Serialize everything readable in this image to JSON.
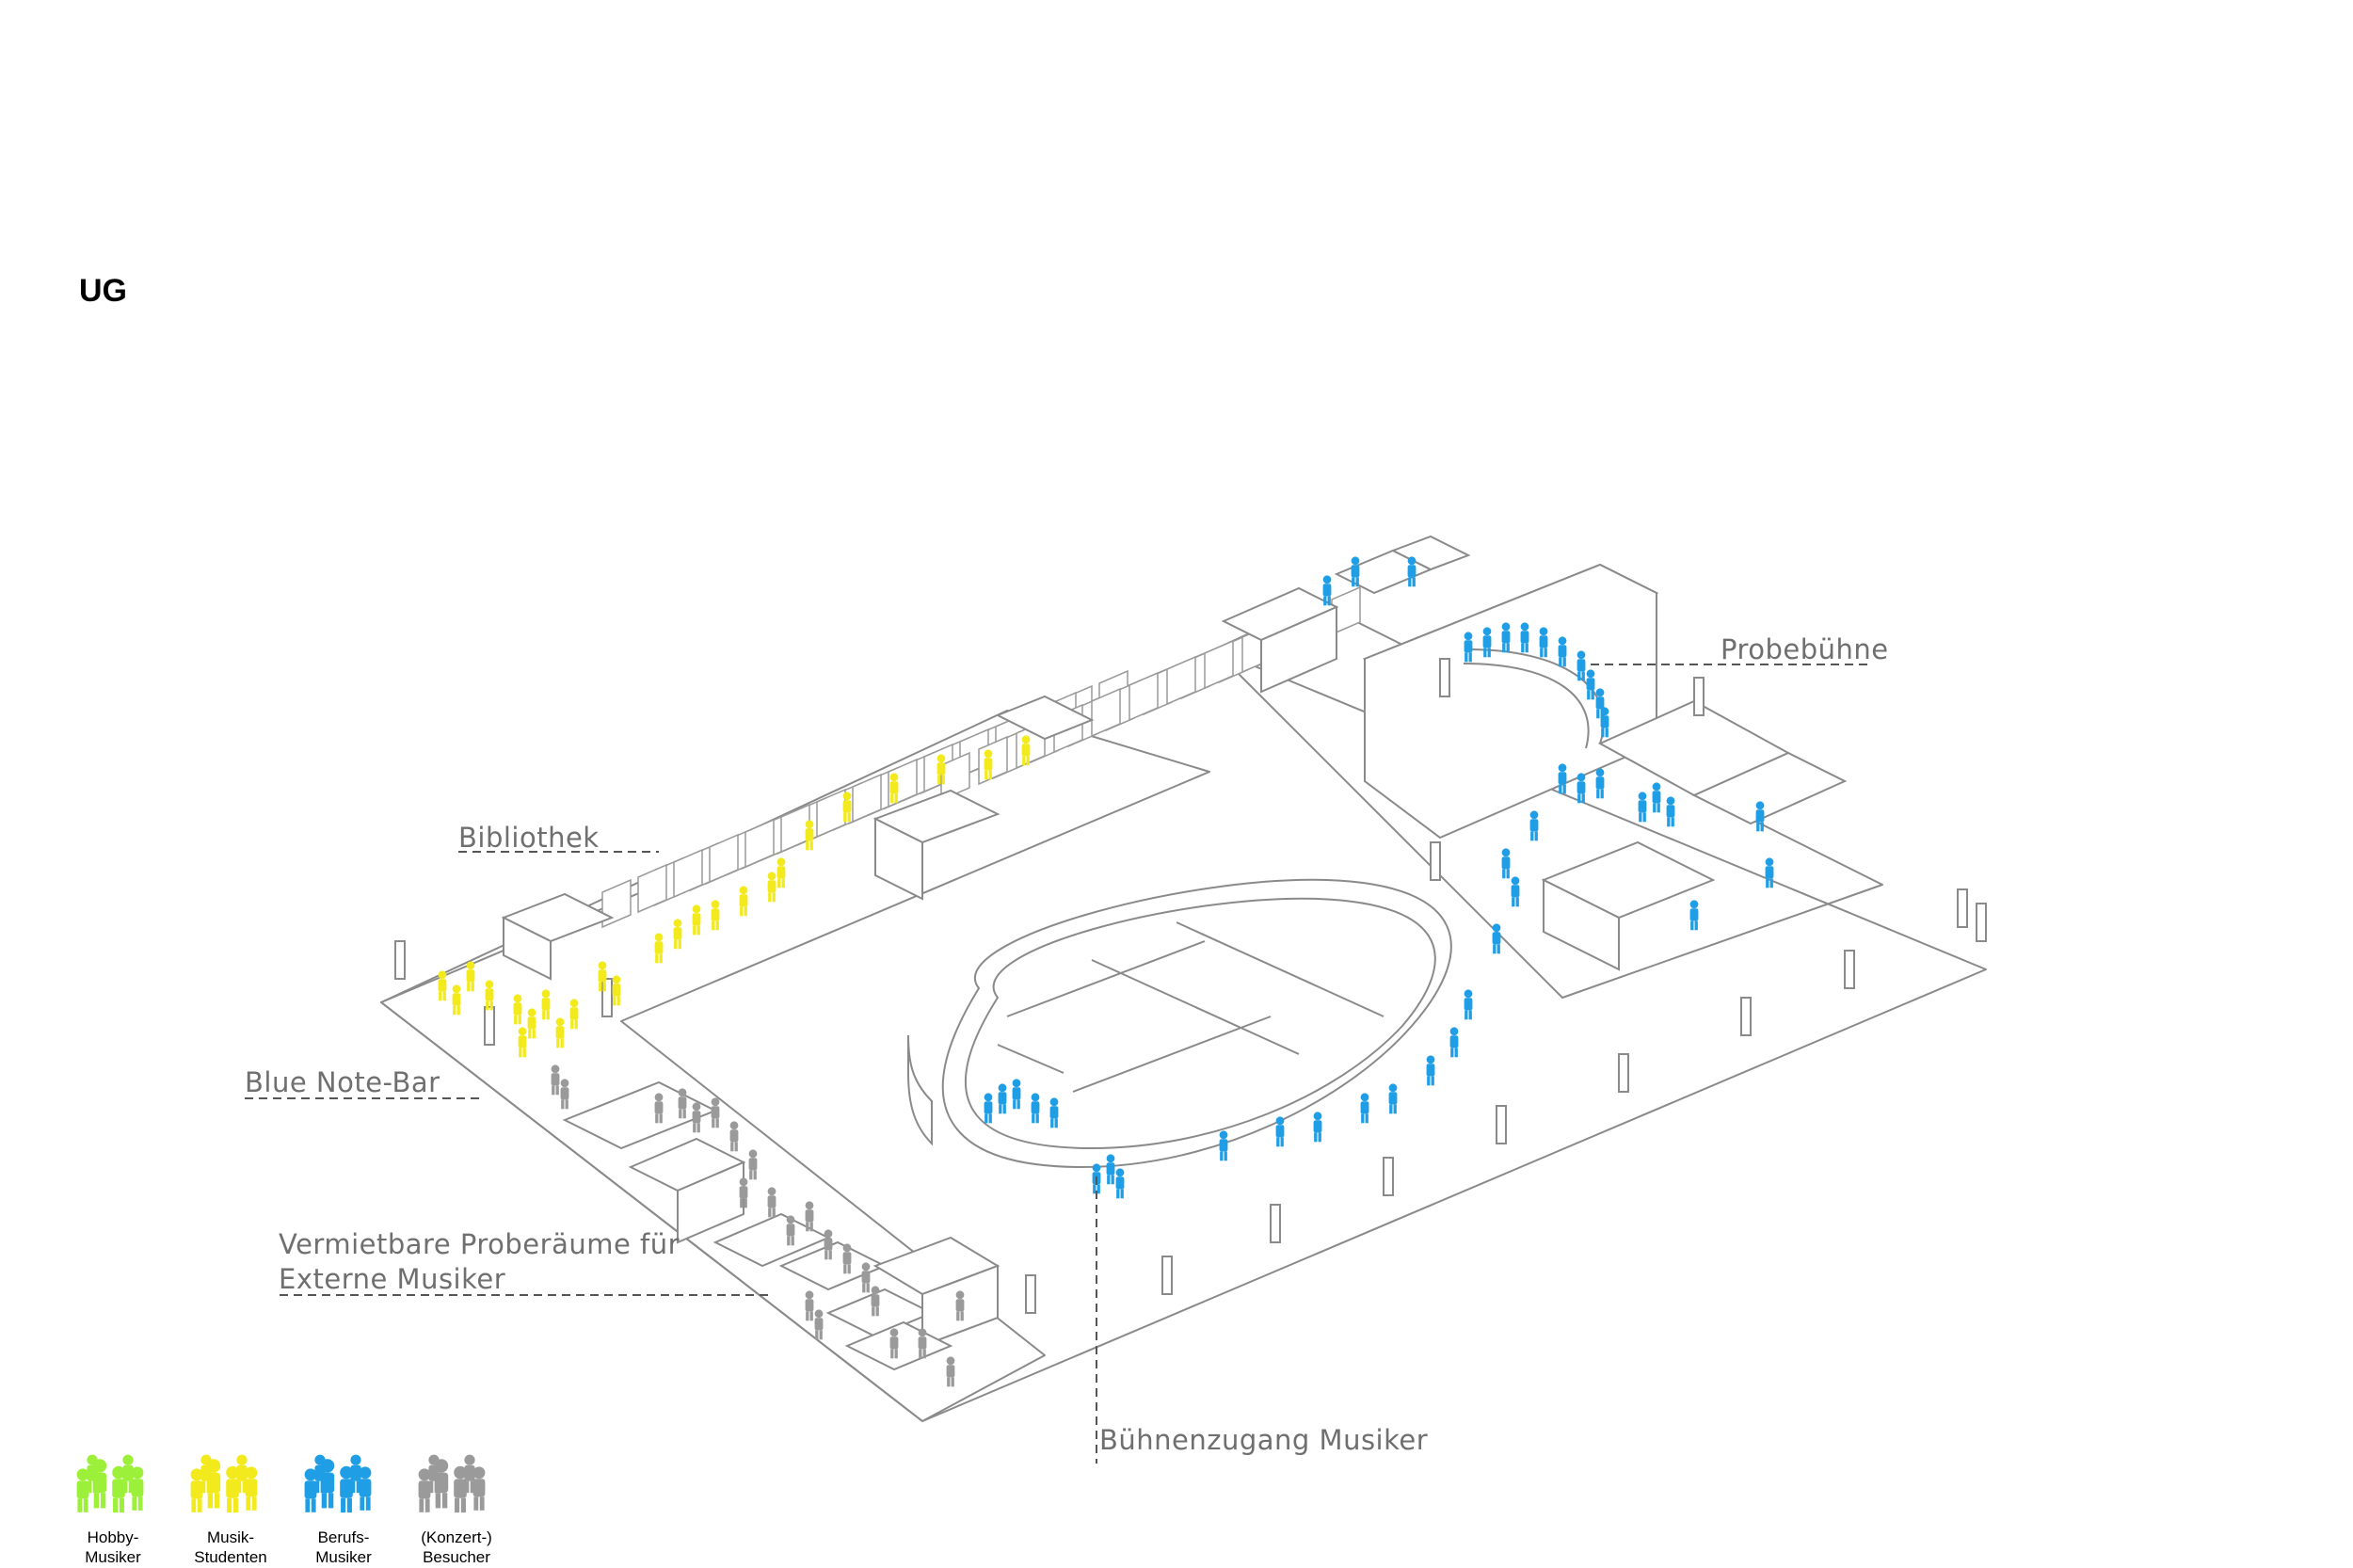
{
  "title": "UG",
  "labels": {
    "bibliothek": "Bibliothek",
    "probebuehne": "Probebühne",
    "blue_note_bar": "Blue Note-Bar",
    "proberaeume_line1": "Vermietbare Proberäume für",
    "proberaeume_line2": "Externe Musiker",
    "buehnenzugang": "Bühnenzugang Musiker"
  },
  "legend": [
    {
      "line1": "Hobby-",
      "line2": "Musiker",
      "color": "#9cf03a"
    },
    {
      "line1": "Musik-",
      "line2": "Studenten",
      "color": "#f2ea1c"
    },
    {
      "line1": "Berufs-",
      "line2": "Musiker",
      "color": "#1f9ee6"
    },
    {
      "line1": "(Konzert-)",
      "line2": "Besucher",
      "color": "#9a9a9a"
    }
  ]
}
